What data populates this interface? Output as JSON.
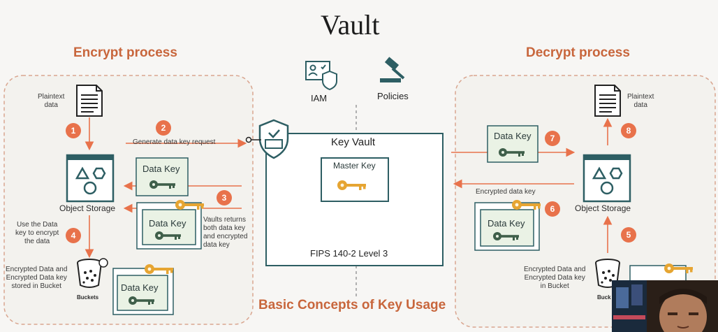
{
  "title": "Vault",
  "encrypt": {
    "heading": "Encrypt process",
    "plaintext": "Plaintext\ndata",
    "step_numbers": [
      "1",
      "2",
      "3",
      "4"
    ],
    "generate_request": "Generate data key request",
    "data_key": "Data Key",
    "object_storage": "Object Storage",
    "vault_returns": "Vaults returns\nboth data key\nand encrypted\ndata key",
    "use_data_key": "Use the Data\nkey to encrypt\nthe data",
    "stored_in_bucket": "Encrypted Data and\nEncrypted Data key\nstored in Bucket",
    "buckets": "Buckets"
  },
  "center": {
    "iam": "IAM",
    "policies": "Policies",
    "key_vault": "Key Vault",
    "master_key": "Master Key",
    "fips": "FIPS 140-2 Level 3",
    "basic_concepts": "Basic Concepts of Key Usage"
  },
  "decrypt": {
    "heading": "Decrypt process",
    "plaintext": "Plaintext\ndata",
    "step_numbers": [
      "5",
      "6",
      "7",
      "8"
    ],
    "data_key": "Data Key",
    "encrypted_data_key": "Encrypted data key",
    "object_storage": "Object Storage",
    "stored_in_bucket": "Encrypted Data and\nEncrypted Data key\nin Bucket",
    "buckets": "Buck"
  },
  "colors": {
    "accent": "#e8724b",
    "section": "#c8663c",
    "teal": "#2d5e63",
    "key_green": "#3f5f4a",
    "key_gold": "#e6a532",
    "box_fill": "#eaf2e5",
    "panel_border": "#d9a58f"
  }
}
